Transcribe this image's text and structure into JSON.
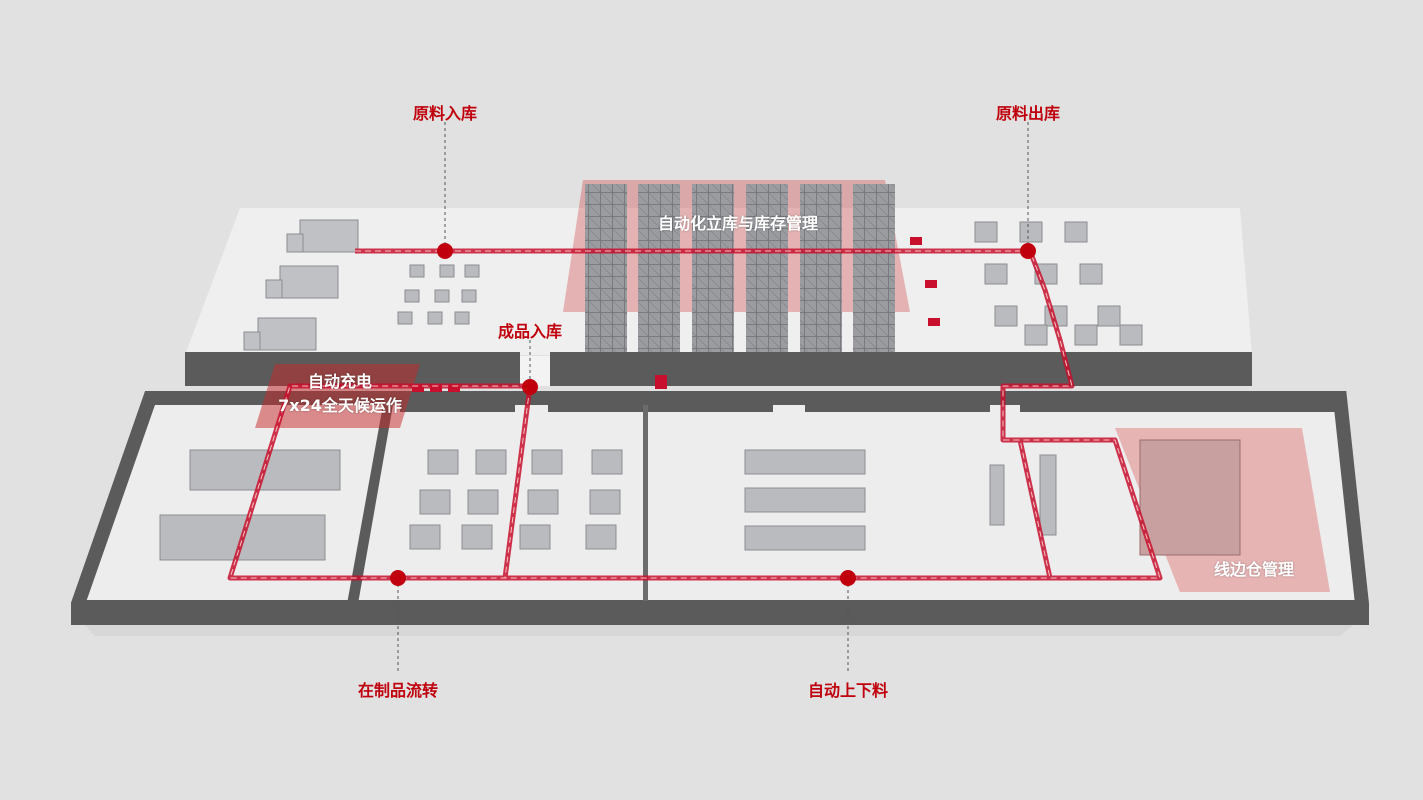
{
  "labels": {
    "raw_inbound": "原料入库",
    "raw_outbound": "原料出库",
    "asrs": "自动化立库与库存管理",
    "finished_inbound": "成品入库",
    "charging_line1": "自动充电",
    "charging_line2": "7x24全天候运作",
    "wip_flow": "在制品流转",
    "auto_loading": "自动上下料",
    "lineside": "线边仓管理"
  },
  "colors": {
    "accent": "#c0000c",
    "wall": "#5b5b5b",
    "floor": "#f0f0f0",
    "background": "#e1e1e1"
  }
}
